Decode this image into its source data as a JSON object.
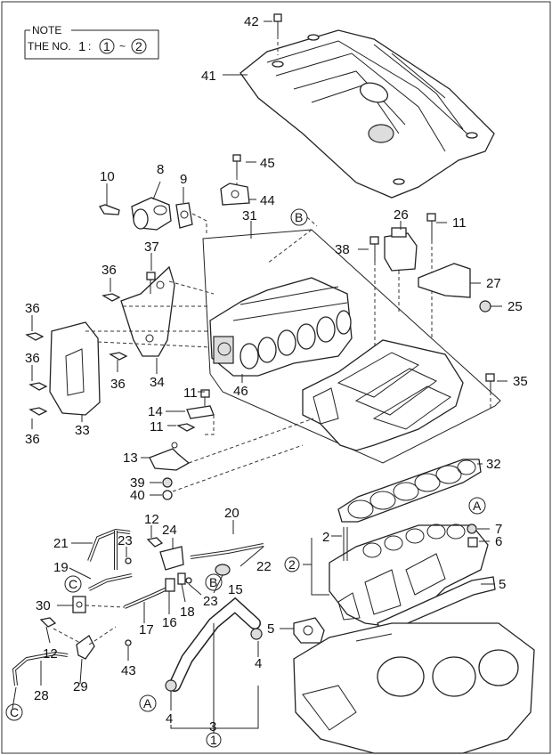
{
  "note": {
    "title": "NOTE",
    "text": "THE NO.",
    "number": "1",
    "colon": ":",
    "range_start": "1",
    "tilde": "~",
    "range_end": "2"
  },
  "labels": {
    "p42": "42",
    "p41": "41",
    "p45": "45",
    "p44": "44",
    "p10": "10",
    "p8": "8",
    "p9": "9",
    "p31": "31",
    "p26": "26",
    "p11a": "11",
    "p38": "38",
    "p27": "27",
    "p25": "25",
    "p37": "37",
    "p36a": "36",
    "p36b": "36",
    "p36c": "36",
    "p36d": "36",
    "p36e": "36",
    "p34": "34",
    "p33": "33",
    "p46": "46",
    "p35": "35",
    "p11b": "11",
    "p14": "14",
    "p11c": "11",
    "p13": "13",
    "p32": "32",
    "p39": "39",
    "p40": "40",
    "p7": "7",
    "p6": "6",
    "p2": "2",
    "p5a": "5",
    "p5b": "5",
    "p20": "20",
    "p21": "21",
    "p12a": "12",
    "p24": "24",
    "p23a": "23",
    "p22": "22",
    "p19": "19",
    "p15": "15",
    "p23b": "23",
    "p30": "30",
    "p16": "16",
    "p18": "18",
    "p17": "17",
    "p12b": "12",
    "p43": "43",
    "p4a": "4",
    "p4b": "4",
    "p28": "28",
    "p29": "29",
    "p3": "3"
  },
  "circled": {
    "A1": "A",
    "A2": "A",
    "B1": "B",
    "B2": "B",
    "C1": "C",
    "C2": "C",
    "n1": "1",
    "n2": "2"
  }
}
